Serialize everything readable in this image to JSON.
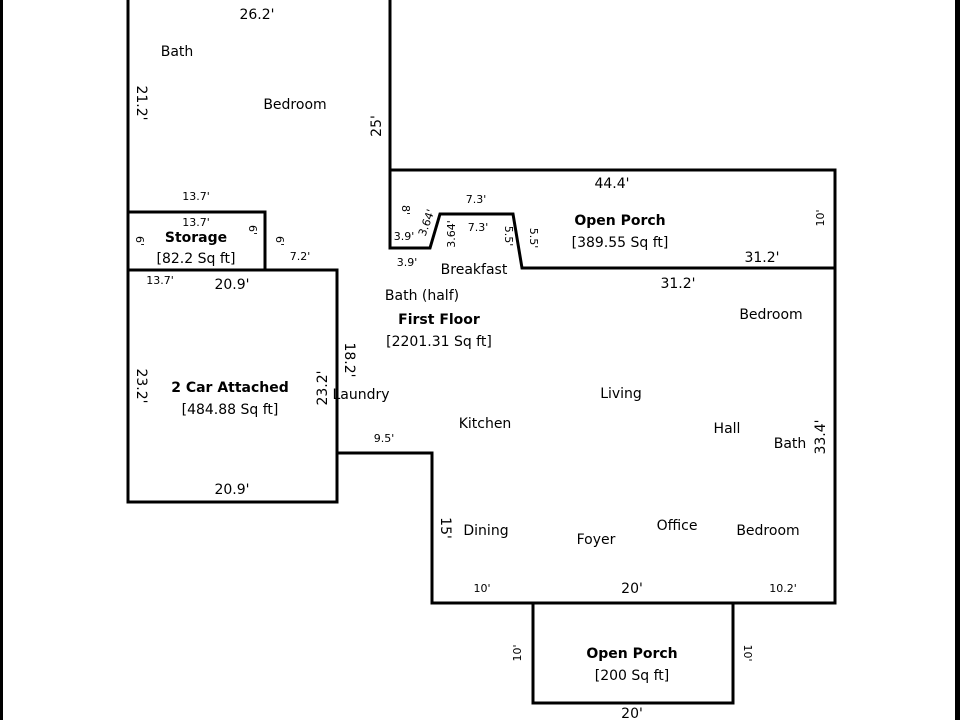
{
  "areas": {
    "first_floor": {
      "name": "First Floor",
      "area": "[2201.31 Sq ft]"
    },
    "garage": {
      "name": "2 Car Attached",
      "area": "[484.88 Sq ft]"
    },
    "storage": {
      "name": "Storage",
      "area": "[82.2 Sq ft]"
    },
    "rear_porch": {
      "name": "Open Porch",
      "area": "[389.55 Sq ft]"
    },
    "front_porch": {
      "name": "Open Porch",
      "area": "[200 Sq ft]"
    }
  },
  "rooms": {
    "bath_upper": "Bath",
    "bedroom_upper": "Bedroom",
    "breakfast": "Breakfast",
    "bath_half": "Bath (half)",
    "laundry": "Laundry",
    "kitchen": "Kitchen",
    "living": "Living",
    "bedroom_right": "Bedroom",
    "hall": "Hall",
    "bath_right": "Bath",
    "dining": "Dining",
    "foyer": "Foyer",
    "office": "Office",
    "bedroom_lower": "Bedroom"
  },
  "dimensions": {
    "d_26_2": "26.2'",
    "d_21_2": "21.2'",
    "d_25": "25'",
    "d_13_7_a": "13.7'",
    "d_13_7_b": "13.7'",
    "d_13_7_c": "13.7'",
    "d_6_a": "6'",
    "d_6_b": "6'",
    "d_6_c": "6'",
    "d_7_2": "7.2'",
    "d_44_4": "44.4'",
    "d_10_rear": "10'",
    "d_7_3_a": "7.3'",
    "d_7_3_b": "7.3'",
    "d_8": "8'",
    "d_3_64_a": "3.64'",
    "d_3_64_b": "3.64'",
    "d_3_9_a": "3.9'",
    "d_3_9_b": "3.9'",
    "d_5_5_a": "5.5'",
    "d_5_5_b": "5.5'",
    "d_31_2_a": "31.2'",
    "d_31_2_b": "31.2'",
    "d_20_9_a": "20.9'",
    "d_20_9_b": "20.9'",
    "d_23_2_a": "23.2'",
    "d_23_2_b": "23.2'",
    "d_18_2": "18.2'",
    "d_9_5": "9.5'",
    "d_33_4": "33.4'",
    "d_15": "15'",
    "d_10_bottom": "10'",
    "d_20_bottom": "20'",
    "d_10_2": "10.2'",
    "d_10_porch_l": "10'",
    "d_10_porch_r": "10'",
    "d_20_porch": "20'"
  }
}
